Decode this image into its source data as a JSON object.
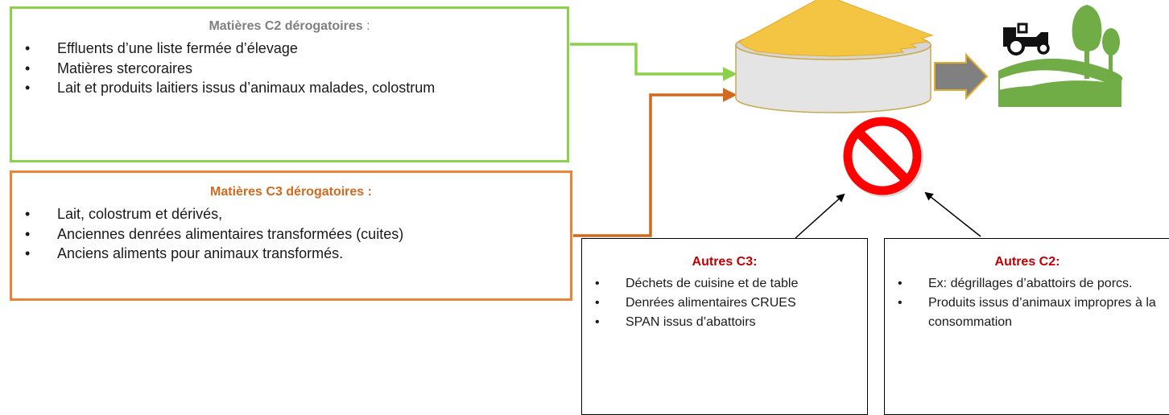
{
  "c2_box": {
    "title_bold": "Matières C2 dérogatoires",
    "title_suffix": " :",
    "items": [
      "Effluents d’une liste fermée d’élevage",
      "Matières stercoraires",
      "Lait et produits laitiers issus d’animaux malades, colostrum"
    ]
  },
  "c3_box": {
    "title": "Matières C3 dérogatoires :",
    "items": [
      "Lait, colostrum et dérivés,",
      "Anciennes denrées alimentaires transformées (cuites)",
      "Anciens aliments pour animaux transformés."
    ]
  },
  "autres_c3": {
    "title": "Autres C3:",
    "items": [
      "Déchets de cuisine et de table",
      "Denrées alimentaires CRUES",
      "SPAN issus d’abattoirs"
    ]
  },
  "autres_c2": {
    "title": "Autres C2:",
    "items": [
      "Ex: dégrillages d’abattoirs de porcs.",
      "Produits issus d’animaux impropres à la consommation"
    ]
  },
  "icons": {
    "digester": "digester-icon",
    "prohibited": "prohibited-icon",
    "farmland": "farmland-tractor-icon",
    "arrow": "grey-arrow-icon"
  },
  "colors": {
    "c2_border": "#8dd04a",
    "c3_border": "#e9853a",
    "c3_title": "#d2691e",
    "autres_title": "#c00000",
    "farmland_green": "#70ad47"
  }
}
